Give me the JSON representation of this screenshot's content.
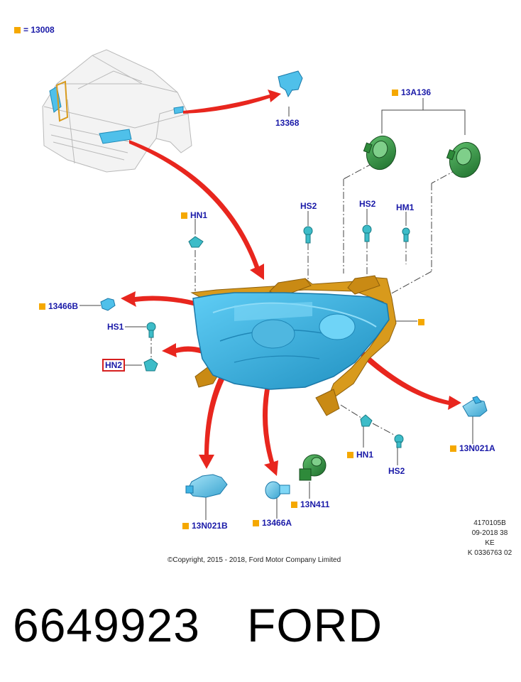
{
  "legend": {
    "label": "13008"
  },
  "labels": {
    "p13368": "13368",
    "p13A136": "13A136",
    "hn1_top": "HN1",
    "hs2_a": "HS2",
    "hs2_b": "HS2",
    "hm1": "HM1",
    "p13466B": "13466B",
    "hs1": "HS1",
    "hn2": "HN2",
    "hn1_bottom": "HN1",
    "hs2_bottom": "HS2",
    "p13N021A": "13N021A",
    "p13N021B": "13N021B",
    "p13466A": "13466A",
    "p13N411": "13N411"
  },
  "meta": [
    "4170105B",
    "09-2018 38",
    "KE",
    "K 0336763 02"
  ],
  "copyright": "©Copyright, 2015 - 2018, Ford Motor Company Limited",
  "part_number": "6649923",
  "brand": "FORD",
  "colors": {
    "label": "#1a1aa8",
    "marker": "#f5a800",
    "arrow": "#e8261e",
    "lamp": "#3fb4e4",
    "bracket": "#d89a1c",
    "socket": "#2e8a3a"
  }
}
